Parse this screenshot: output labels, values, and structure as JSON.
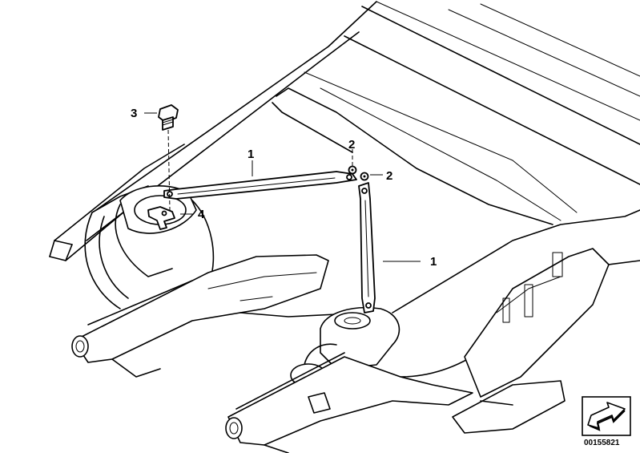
{
  "callouts": [
    {
      "id": "callout-1-upper",
      "label": "1"
    },
    {
      "id": "callout-1-lower",
      "label": "1"
    },
    {
      "id": "callout-2-upper",
      "label": "2"
    },
    {
      "id": "callout-2-right",
      "label": "2"
    },
    {
      "id": "callout-3",
      "label": "3"
    },
    {
      "id": "callout-4",
      "label": "4"
    }
  ],
  "reference_code": "00155821",
  "icons": {
    "orientation": "direction-arrow-icon"
  },
  "colors": {
    "line": "#000000",
    "background": "#ffffff"
  }
}
